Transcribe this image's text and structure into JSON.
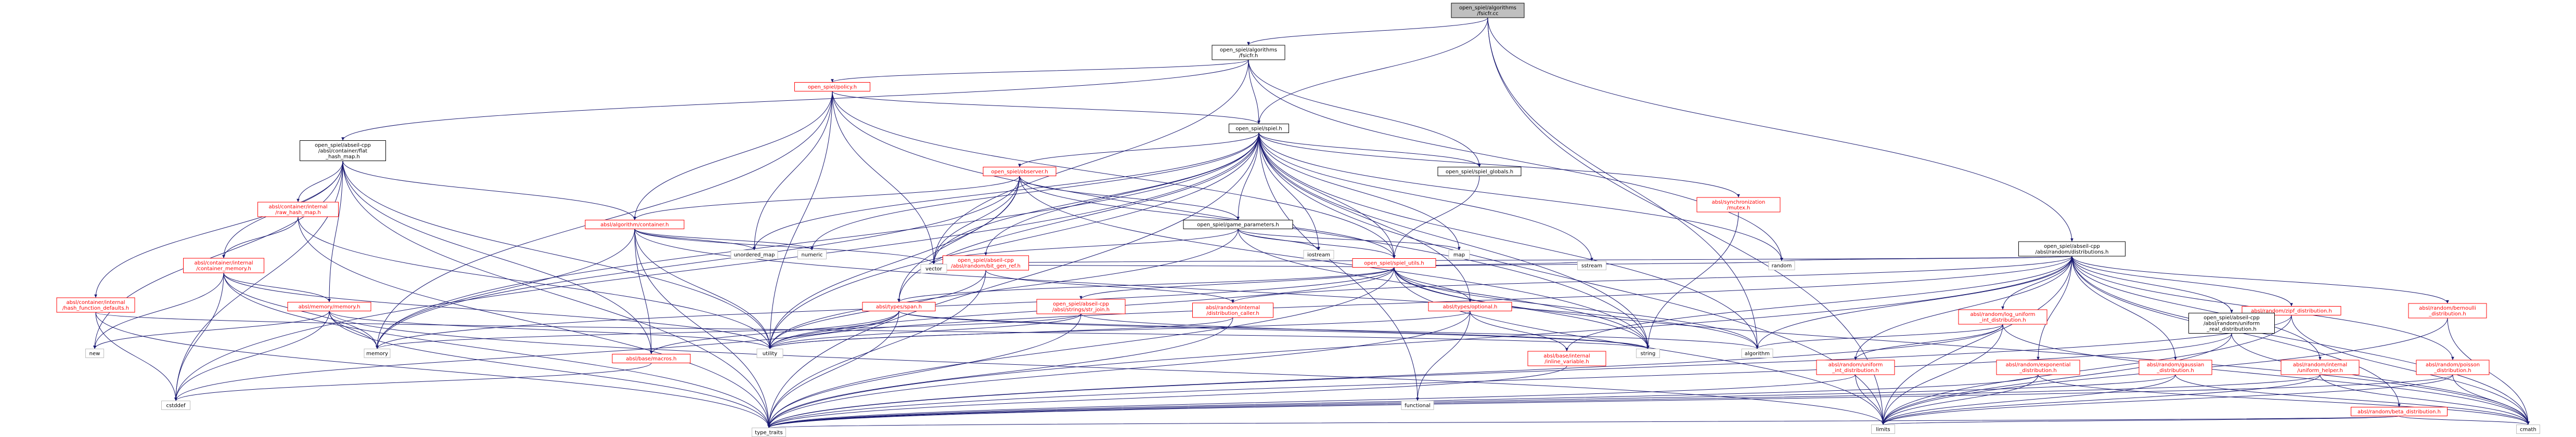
{
  "diagram": {
    "colors": {
      "root_fill": "#bfbfbf",
      "node_fill": "#ffffff",
      "documented_border": "#000000",
      "documented_text": "#000000",
      "undocumented_border": "#ff0000",
      "undocumented_text": "#ff0000",
      "plain_border": "#bfbfbf",
      "plain_text": "#000000",
      "edge_color": "#191970"
    },
    "nodes": {
      "root": [
        "open_spiel/algorithms",
        "/fsicfr.cc"
      ],
      "fsicfr_h": [
        "open_spiel/algorithms",
        "/fsicfr.h"
      ],
      "policy_h": [
        "open_spiel/policy.h"
      ],
      "spiel_h": [
        "open_spiel/spiel.h"
      ],
      "flat_hash_map": [
        "open_spiel/abseil-cpp",
        "/absl/container/flat",
        "_hash_map.h"
      ],
      "abseil_dist": [
        "open_spiel/abseil-cpp",
        "/absl/random/distributions.h"
      ],
      "observer_h": [
        "open_spiel/observer.h"
      ],
      "spiel_globals": [
        "open_spiel/spiel_globals.h"
      ],
      "sync_mutex": [
        "absl/synchronization",
        "/mutex.h"
      ],
      "algo_container": [
        "absl/algorithm/container.h"
      ],
      "game_params": [
        "open_spiel/game_parameters.h"
      ],
      "raw_hash_map": [
        "absl/container/internal",
        "/raw_hash_map.h"
      ],
      "container_memory": [
        "absl/container/internal",
        "/container_memory.h"
      ],
      "hash_fn_defaults": [
        "absl/container/internal",
        "/hash_function_defaults.h"
      ],
      "bit_gen_ref": [
        "open_spiel/abseil-cpp",
        "/absl/random/bit_gen_ref.h"
      ],
      "spiel_utils": [
        "open_spiel/spiel_utils.h"
      ],
      "memory_memory": [
        "absl/memory/memory.h"
      ],
      "types_span": [
        "absl/types/span.h"
      ],
      "str_join": [
        "open_spiel/abseil-cpp",
        "/absl/strings/str_join.h"
      ],
      "dist_caller": [
        "absl/random/internal",
        "/distribution_caller.h"
      ],
      "types_optional": [
        "absl/types/optional.h"
      ],
      "base_macros": [
        "absl/base/macros.h"
      ],
      "inline_variable": [
        "absl/base/internal",
        "/inline_variable.h"
      ],
      "log_uniform": [
        "absl/random/log_uniform",
        "_int_distribution.h"
      ],
      "zipf": [
        "absl/random/zipf_distribution.h"
      ],
      "bernoulli": [
        "absl/random/bernoulli",
        "_distribution.h"
      ],
      "uniform_int": [
        "absl/random/uniform",
        "_int_distribution.h"
      ],
      "exponential": [
        "absl/random/exponential",
        "_distribution.h"
      ],
      "gaussian": [
        "absl/random/gaussian",
        "_distribution.h"
      ],
      "uniform_helper": [
        "absl/random/internal",
        "/uniform_helper.h"
      ],
      "poisson": [
        "absl/random/poisson",
        "_distribution.h"
      ],
      "uniform_real": [
        "open_spiel/abseil-cpp",
        "/absl/random/uniform",
        "_real_distribution.h"
      ],
      "beta": [
        "absl/random/beta_distribution.h"
      ],
      "vector": [
        "vector"
      ],
      "unordered_map": [
        "unordered_map"
      ],
      "numeric": [
        "numeric"
      ],
      "iostream": [
        "iostream"
      ],
      "map": [
        "map"
      ],
      "random": [
        "random"
      ],
      "sstream": [
        "sstream"
      ],
      "new": [
        "new"
      ],
      "memory": [
        "memory"
      ],
      "utility": [
        "utility"
      ],
      "string": [
        "string"
      ],
      "algorithm": [
        "algorithm"
      ],
      "functional": [
        "functional"
      ],
      "cstddef": [
        "cstddef"
      ],
      "type_traits": [
        "type_traits"
      ],
      "limits": [
        "limits"
      ],
      "cmath": [
        "cmath"
      ]
    }
  }
}
